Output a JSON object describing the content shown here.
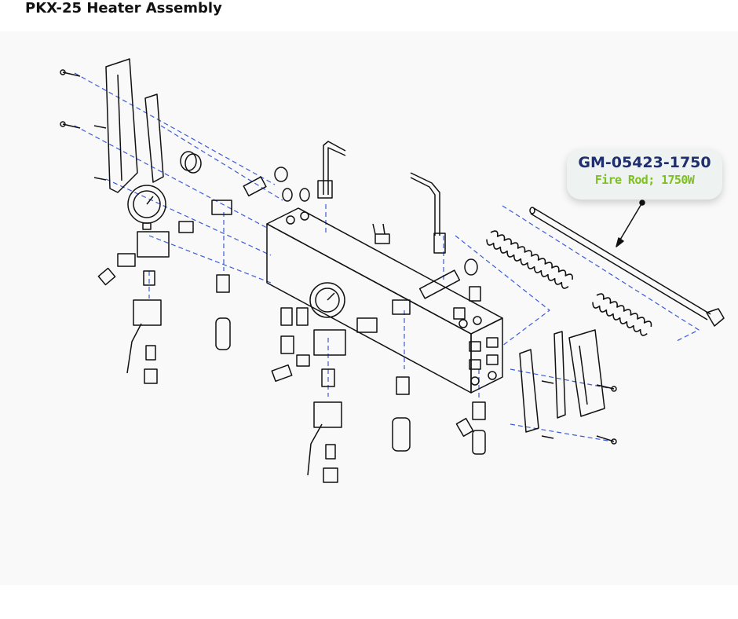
{
  "title": "PKX-25 Heater Assembly",
  "callout": {
    "part_number": "GM-05423-1750",
    "description": "Fire Rod; 1750W",
    "part_number_color": "#1f2f6e",
    "description_color": "#7ec11f"
  },
  "colors": {
    "leader": "#3a5bd6",
    "line": "#111111"
  }
}
